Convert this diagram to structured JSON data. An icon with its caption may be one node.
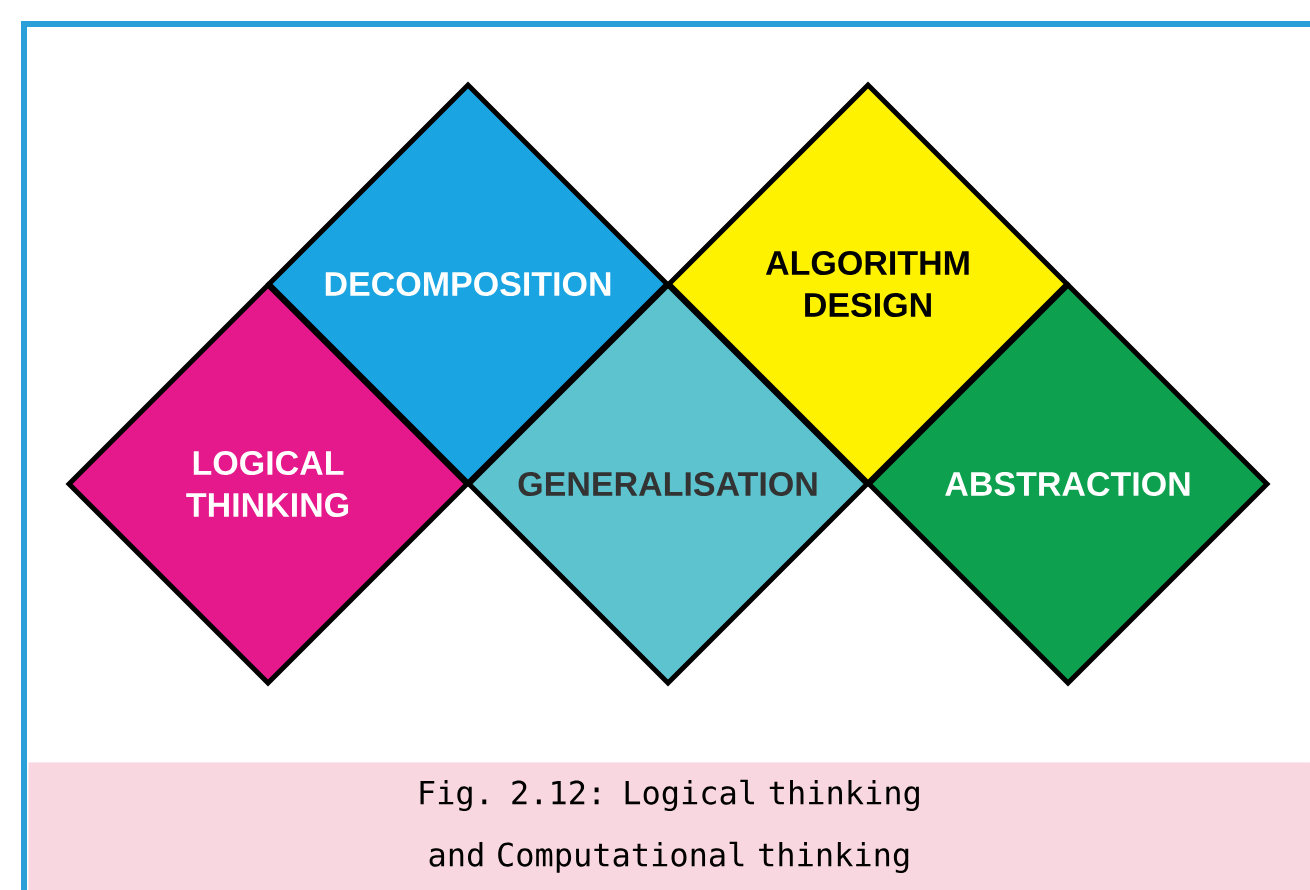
{
  "diagram": {
    "caption": "Fig. 2.12: Logical thinking and Computational thinking",
    "nodes": [
      {
        "text": [
          "LOGICAL THINKING"
        ]
      },
      {
        "text": [
          "DECOMPOSITION"
        ]
      },
      {
        "text": [
          "GENERALISATION"
        ]
      },
      {
        "text": [
          "ALGORITHM DESIGN"
        ]
      },
      {
        "text": [
          "ABSTRACTION"
        ]
      }
    ]
  }
}
